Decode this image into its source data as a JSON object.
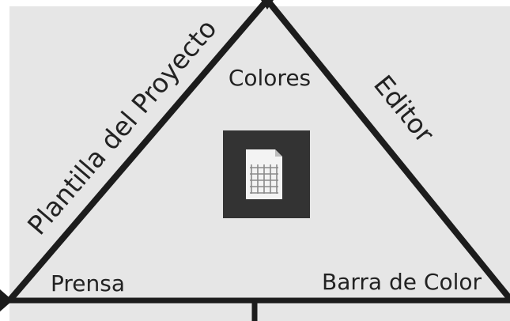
{
  "diagram": {
    "labels": {
      "left_side": "Plantilla del Proyecto",
      "right_side": "Editor",
      "top_corner": "Colores",
      "bottom_left_corner": "Prensa",
      "bottom_right_corner": "Barra de Color"
    },
    "center_icon": "grid-document-icon",
    "colors": {
      "background": "#e6e6e6",
      "lines": "#1c1c1c",
      "icon_tile": "#333333",
      "text": "#222222"
    }
  }
}
